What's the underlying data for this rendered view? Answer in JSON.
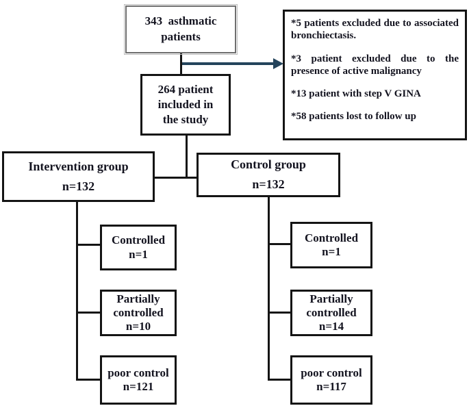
{
  "flow": {
    "start_box": "343  asthmatic patients",
    "exclusions": [
      "*5 patients excluded due to associated bronchiectasis.",
      "*3 patient excluded due to the presence of active malignancy",
      "*13 patient with step V GINA",
      "*58 patients lost to follow up"
    ],
    "included_box": "264 patient included in the study",
    "groups": [
      {
        "name": "Intervention group",
        "n": "n=132",
        "outcomes": [
          {
            "label": "Controlled",
            "n": "n=1"
          },
          {
            "label": "Partially controlled",
            "n": "n=10"
          },
          {
            "label": "poor control",
            "n": "n=121"
          }
        ]
      },
      {
        "name": "Control group",
        "n": "n=132",
        "outcomes": [
          {
            "label": "Controlled",
            "n": "n=1"
          },
          {
            "label": "Partially controlled",
            "n": "n=14"
          },
          {
            "label": "poor control",
            "n": "n=117"
          }
        ]
      }
    ],
    "colors": {
      "arrow": "#24445c",
      "box_border": "#141414",
      "start_box_border": "#6e6e6e"
    }
  }
}
